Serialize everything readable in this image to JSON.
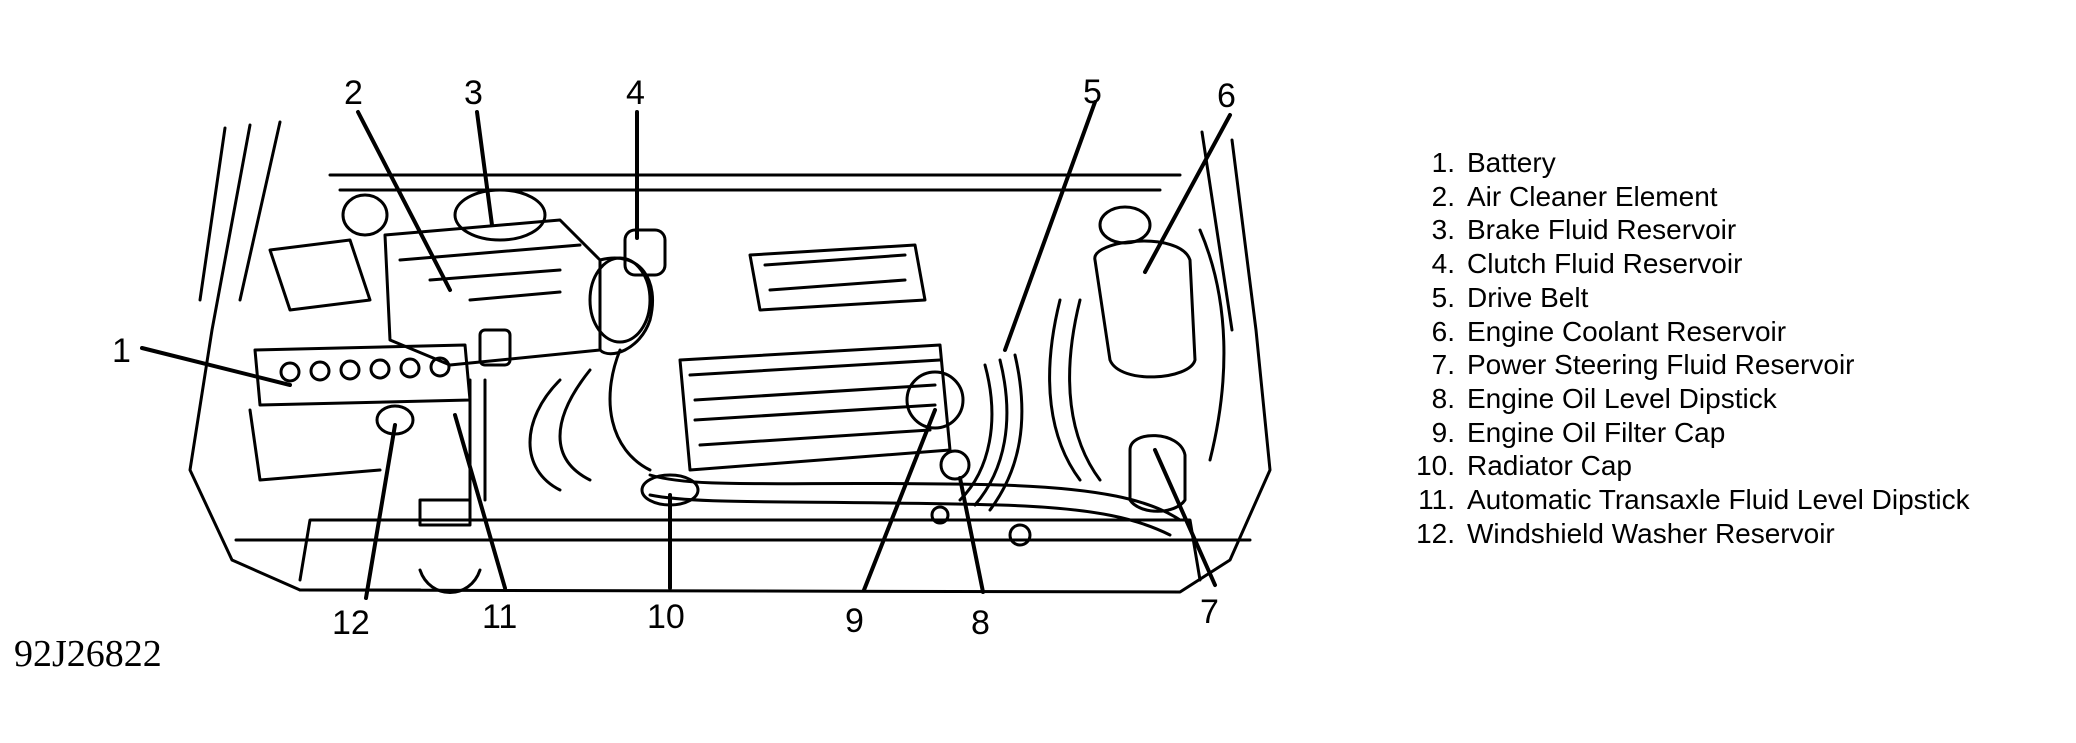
{
  "callouts": [
    "1",
    "2",
    "3",
    "4",
    "5",
    "6",
    "7",
    "8",
    "9",
    "10",
    "11",
    "12"
  ],
  "legend": [
    {
      "num": "1.",
      "label": "Battery"
    },
    {
      "num": "2.",
      "label": "Air Cleaner Element"
    },
    {
      "num": "3.",
      "label": "Brake Fluid Reservoir"
    },
    {
      "num": "4.",
      "label": "Clutch Fluid Reservoir"
    },
    {
      "num": "5.",
      "label": "Drive Belt"
    },
    {
      "num": "6.",
      "label": "Engine Coolant Reservoir"
    },
    {
      "num": "7.",
      "label": "Power Steering Fluid Reservoir"
    },
    {
      "num": "8.",
      "label": "Engine Oil Level Dipstick"
    },
    {
      "num": "9.",
      "label": "Engine Oil Filter Cap"
    },
    {
      "num": "10.",
      "label": "Radiator Cap"
    },
    {
      "num": "11.",
      "label": "Automatic Transaxle Fluid Level Dipstick"
    },
    {
      "num": "12.",
      "label": "Windshield Washer Reservoir"
    }
  ],
  "figure_id": "92J26822"
}
